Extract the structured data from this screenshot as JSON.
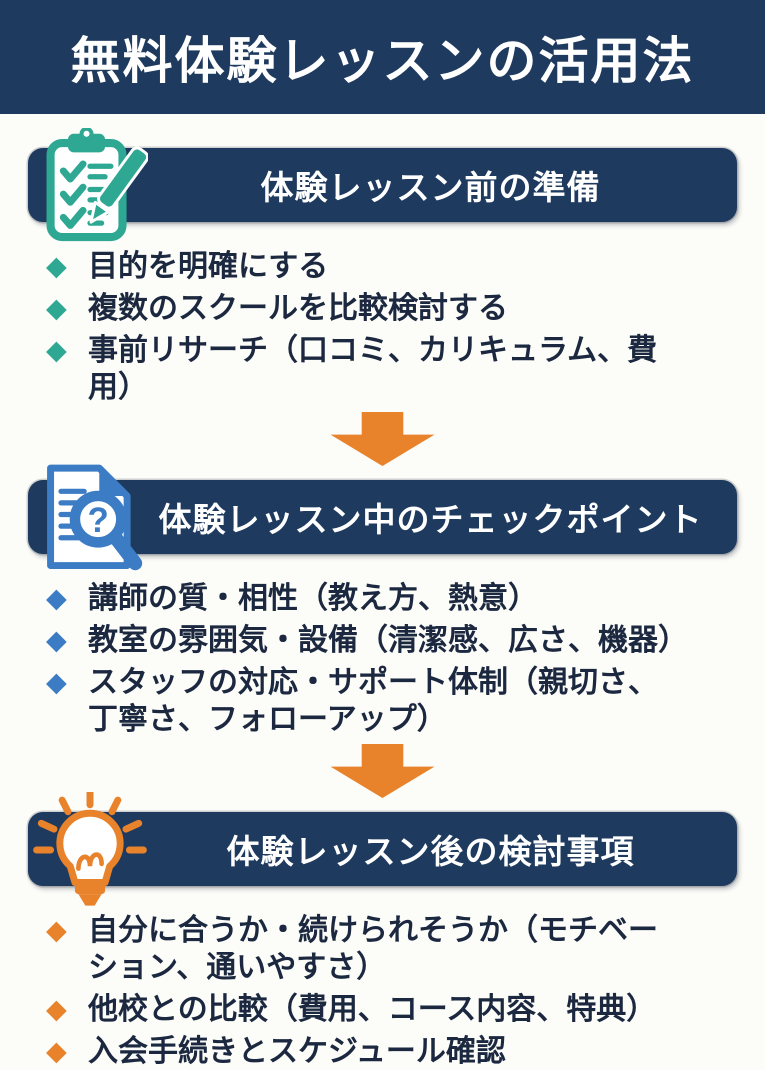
{
  "palette": {
    "navy": "#1e3a5e",
    "teal": "#2fa893",
    "blue": "#3b7cc4",
    "orange": "#e8832c",
    "background": "#fcfcf8",
    "text": "#1b2840"
  },
  "header": {
    "title": "無料体験レッスンの活用法"
  },
  "sections": [
    {
      "title": "体験レッスン前の準備",
      "icon": "clipboard-checklist-icon",
      "accent": "#2fa893",
      "items": [
        "目的を明確にする",
        "複数のスクールを比較検討する",
        "事前リサーチ（口コミ、カリキュラム、費用）"
      ]
    },
    {
      "title": "体験レッスン中のチェックポイント",
      "icon": "document-search-icon",
      "accent": "#3b7cc4",
      "items": [
        "講師の質・相性（教え方、熱意）",
        "教室の雰囲気・設備（清潔感、広さ、機器）",
        "スタッフの対応・サポート体制（親切さ、丁寧さ、フォローアップ）"
      ]
    },
    {
      "title": "体験レッスン後の検討事項",
      "icon": "lightbulb-icon",
      "accent": "#e8832c",
      "items": [
        "自分に合うか・続けられそうか（モチベーション、通いやすさ）",
        "他校との比較（費用、コース内容、特典）",
        "入会手続きとスケジュール確認"
      ]
    }
  ]
}
